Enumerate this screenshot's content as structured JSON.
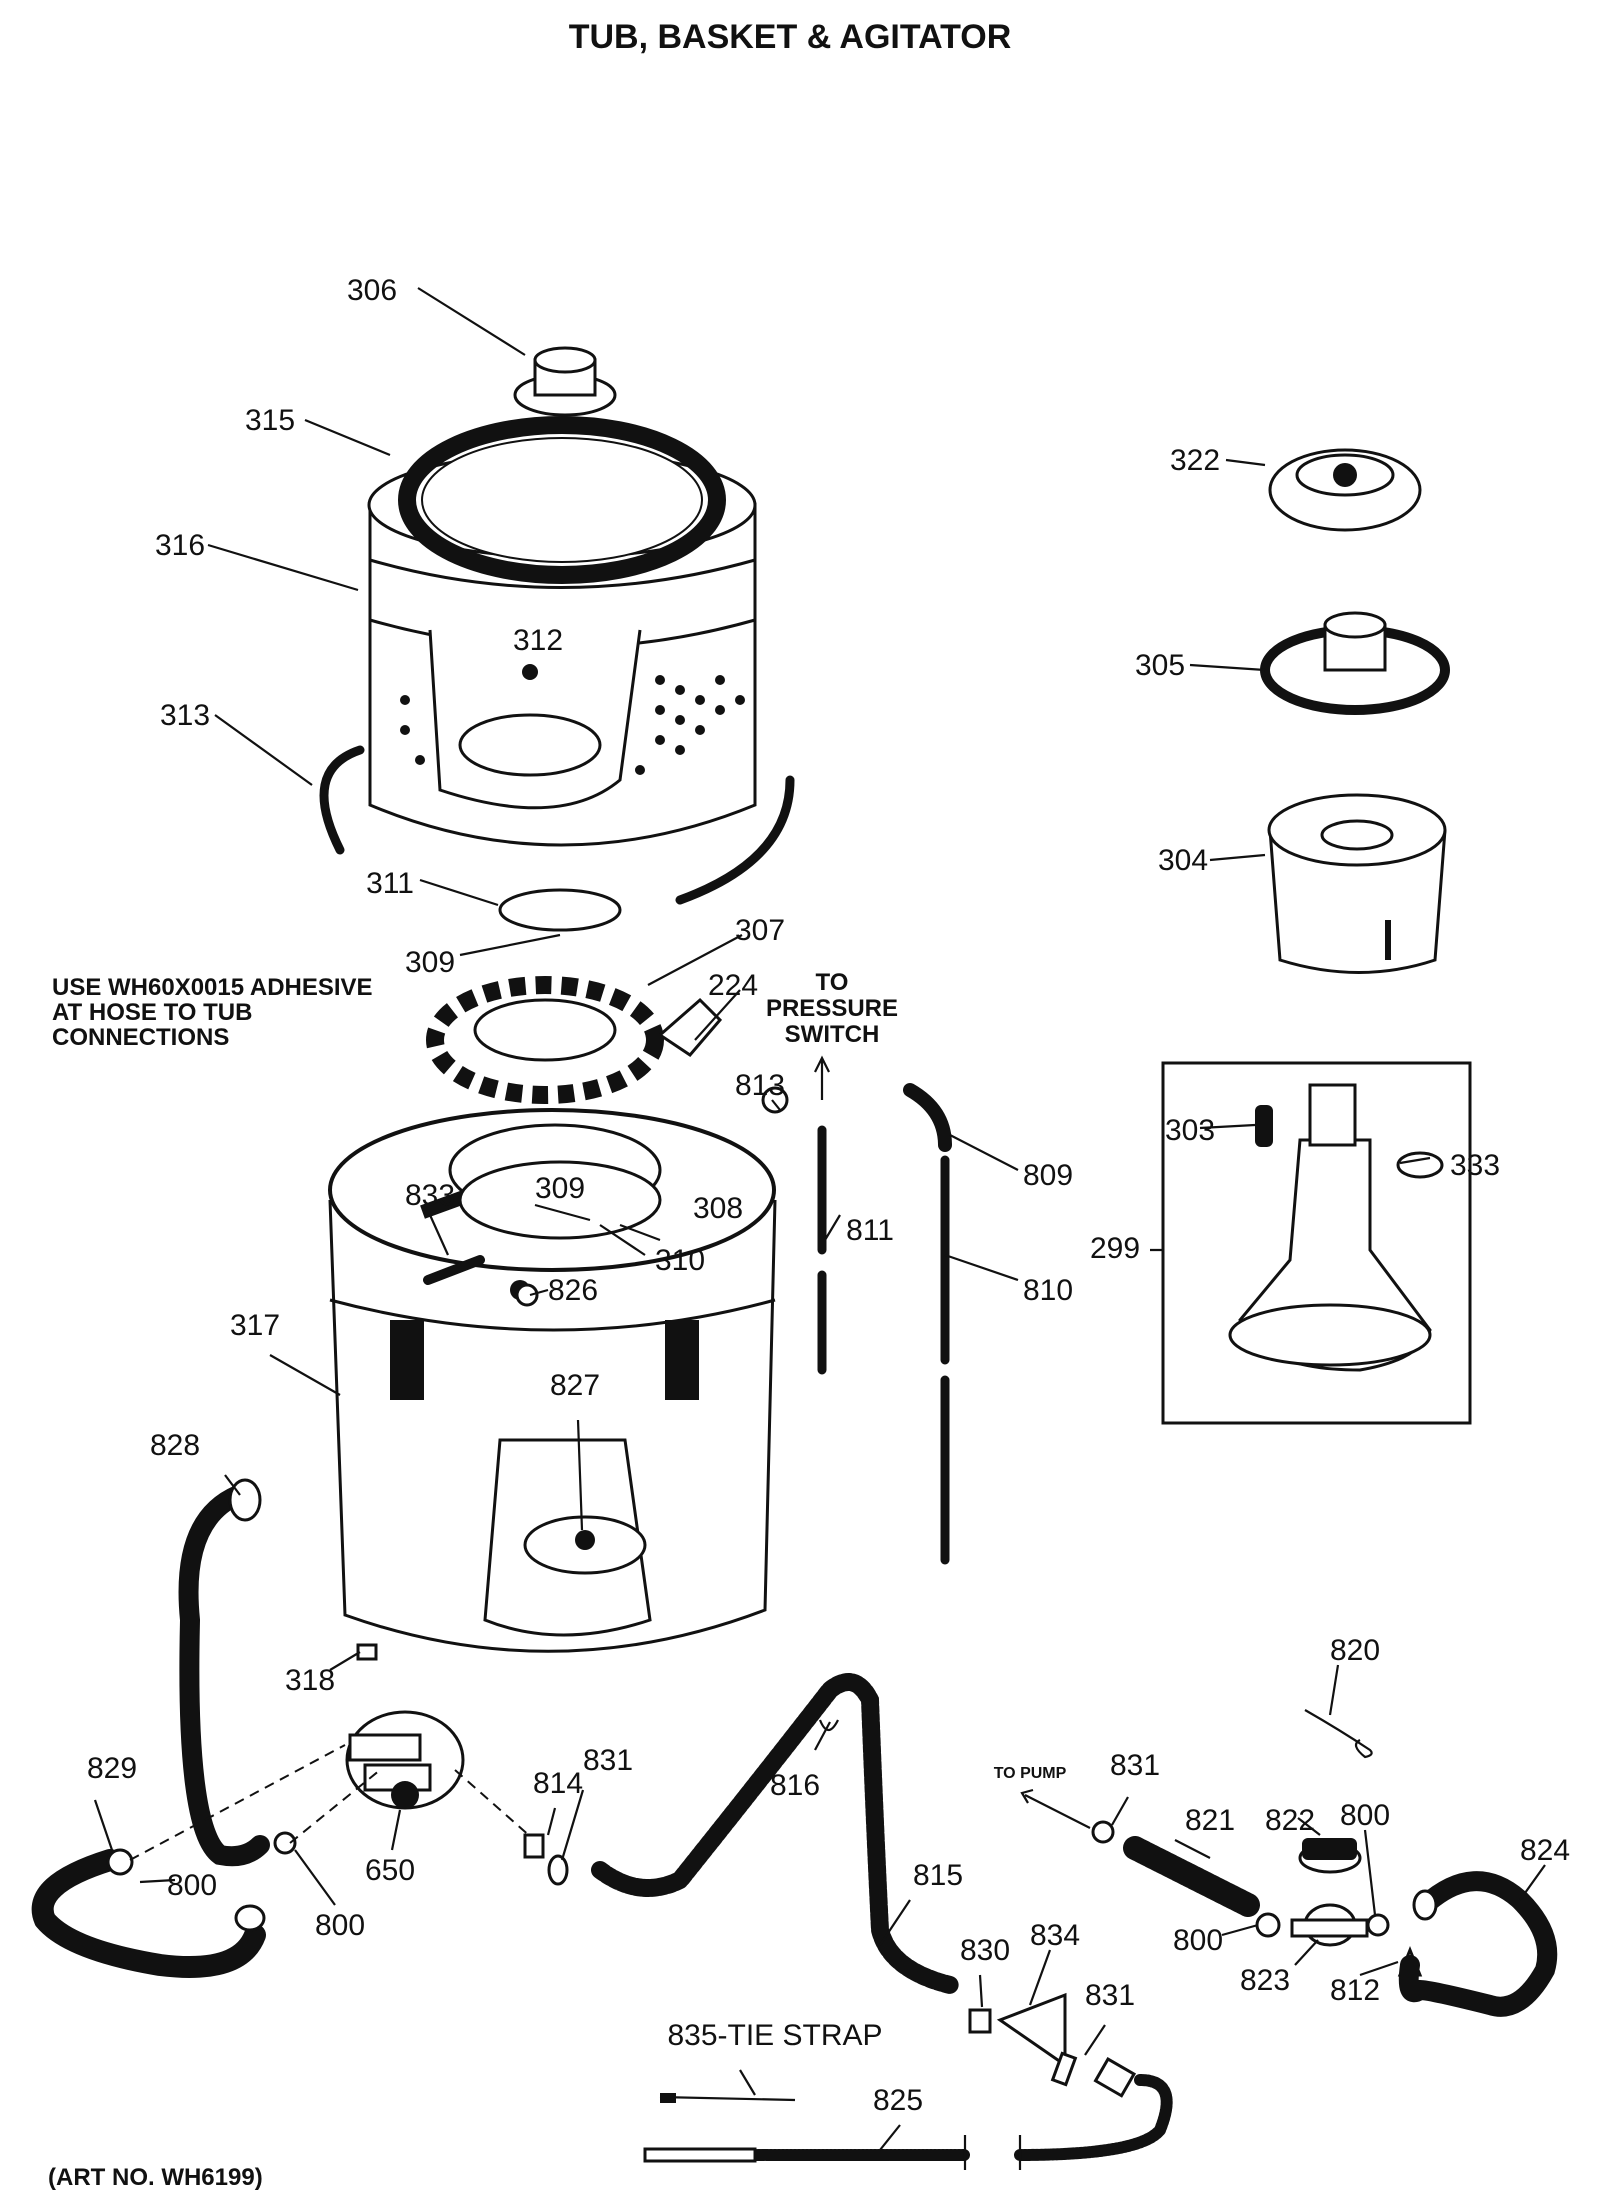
{
  "header": {
    "title": "TUB, BASKET & AGITATOR"
  },
  "notes": {
    "adhesive": [
      "USE WH60X0015 ADHESIVE",
      "AT HOSE TO TUB",
      "CONNECTIONS"
    ],
    "pressure": [
      "TO",
      "PRESSURE",
      "SWITCH"
    ],
    "to_pump": "TO PUMP",
    "art_no": "(ART NO. WH6199)"
  },
  "parts": [
    {
      "num": "306"
    },
    {
      "num": "315"
    },
    {
      "num": "316"
    },
    {
      "num": "313"
    },
    {
      "num": "312"
    },
    {
      "num": "311"
    },
    {
      "num": "309"
    },
    {
      "num": "307"
    },
    {
      "num": "224"
    },
    {
      "num": "322"
    },
    {
      "num": "305"
    },
    {
      "num": "304"
    },
    {
      "num": "303"
    },
    {
      "num": "333"
    },
    {
      "num": "299"
    },
    {
      "num": "813"
    },
    {
      "num": "809"
    },
    {
      "num": "811"
    },
    {
      "num": "810"
    },
    {
      "num": "833"
    },
    {
      "num": "309"
    },
    {
      "num": "308"
    },
    {
      "num": "310"
    },
    {
      "num": "826"
    },
    {
      "num": "317"
    },
    {
      "num": "827"
    },
    {
      "num": "828"
    },
    {
      "num": "318"
    },
    {
      "num": "829"
    },
    {
      "num": "800"
    },
    {
      "num": "800"
    },
    {
      "num": "650"
    },
    {
      "num": "814"
    },
    {
      "num": "831"
    },
    {
      "num": "816"
    },
    {
      "num": "815"
    },
    {
      "num": "831"
    },
    {
      "num": "821"
    },
    {
      "num": "822"
    },
    {
      "num": "800"
    },
    {
      "num": "820"
    },
    {
      "num": "824"
    },
    {
      "num": "800"
    },
    {
      "num": "823"
    },
    {
      "num": "812"
    },
    {
      "num": "830"
    },
    {
      "num": "834"
    },
    {
      "num": "831"
    },
    {
      "num": "835-TIE STRAP"
    },
    {
      "num": "825"
    }
  ]
}
